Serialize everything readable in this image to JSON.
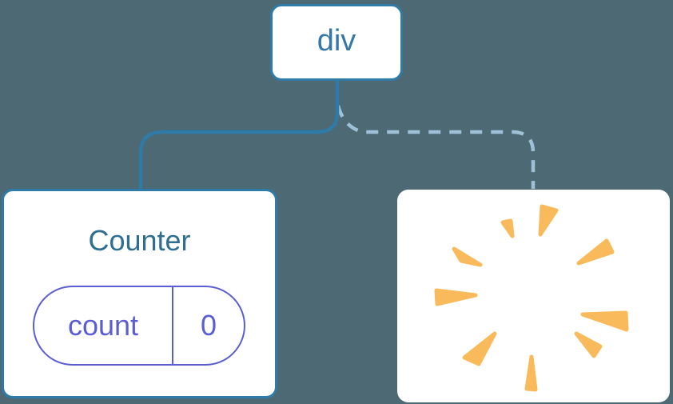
{
  "diagram": {
    "root_node": {
      "label": "div"
    },
    "counter_node": {
      "label": "Counter",
      "state": {
        "key": "count",
        "value": "0"
      }
    },
    "removed_node": {
      "icon": "poof-burst-icon"
    },
    "edges": [
      {
        "from": "div",
        "to": "Counter",
        "style": "solid"
      },
      {
        "from": "div",
        "to": "removed",
        "style": "dashed"
      }
    ]
  },
  "colors": {
    "background": "#4D6974",
    "node_bg": "#FFFFFF",
    "node_border": "#2E7BA8",
    "root_label": "#3578A8",
    "counter_label": "#2D6E91",
    "state_purple": "#5B5ED3",
    "line_solid": "#2E7BA8",
    "line_dashed": "#9EC1D7",
    "burst": "#F9BA5C"
  }
}
